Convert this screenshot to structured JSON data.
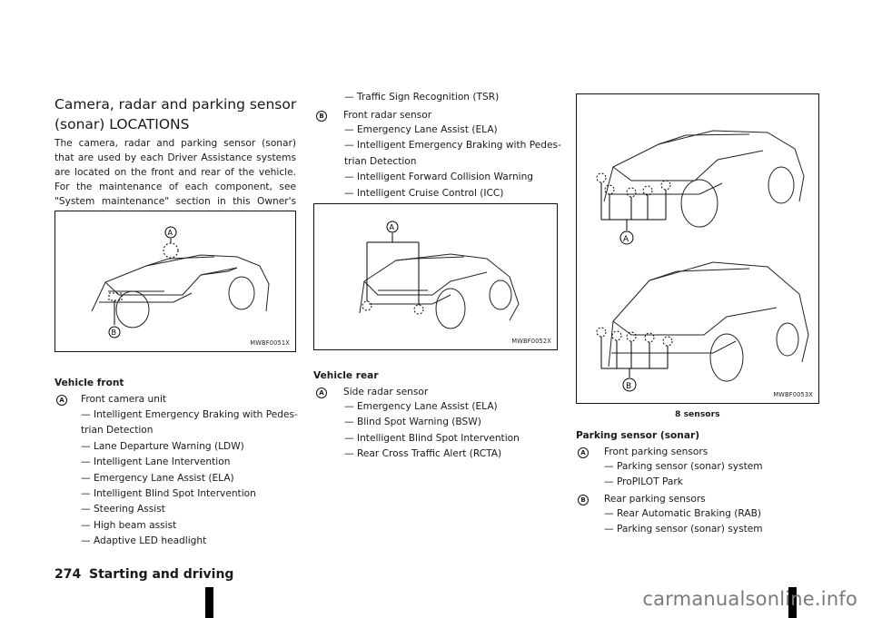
{
  "section": {
    "title": "Camera, radar and parking sensor (sonar) LOCATIONS",
    "intro": "The camera, radar and parking sensor (sonar) that are used by each Driver Assistance systems are located on the front and rear of the vehicle. For the maintenance of each component, see \"System maintenance\" section in this Owner's Manual for each application system."
  },
  "figures": {
    "front": {
      "code": "MWBF0051X",
      "label_a": "A",
      "label_b": "B"
    },
    "rear": {
      "code": "MWBF0052X",
      "label_a": "A"
    },
    "sensors": {
      "code": "MWBF0053X",
      "label_a": "A",
      "label_b": "B",
      "caption": "8 sensors"
    }
  },
  "vehicle_front": {
    "heading": "Vehicle front",
    "a_badge": "A",
    "a_label": "Front camera unit",
    "a_lines": [
      "— Intelligent Emergency Braking with Pedes-",
      "trian Detection",
      "— Lane Departure Warning (LDW)",
      "— Intelligent Lane Intervention",
      "— Emergency Lane Assist (ELA)",
      "— Intelligent Blind Spot Intervention",
      "— Steering Assist",
      "— High beam assist",
      "— Adaptive LED headlight",
      "— Traffic Sign Recognition (TSR)"
    ],
    "b_badge": "B",
    "b_label": "Front radar sensor",
    "b_lines": [
      "— Emergency Lane Assist (ELA)",
      "— Intelligent Emergency Braking with Pedes-",
      "trian Detection",
      "— Intelligent Forward Collision Warning",
      "— Intelligent Cruise Control (ICC)"
    ]
  },
  "vehicle_rear": {
    "heading": "Vehicle rear",
    "a_badge": "A",
    "a_label": "Side radar sensor",
    "a_lines": [
      "— Emergency Lane Assist (ELA)",
      "— Blind Spot Warning (BSW)",
      "— Intelligent Blind Spot Intervention",
      "— Rear Cross Traffic Alert (RCTA)"
    ]
  },
  "parking": {
    "heading": "Parking sensor (sonar)",
    "a_badge": "A",
    "a_label": "Front parking sensors",
    "a_lines": [
      "— Parking sensor (sonar) system",
      "— ProPILOT Park"
    ],
    "b_badge": "B",
    "b_label": "Rear parking sensors",
    "b_lines": [
      "— Rear Automatic Braking (RAB)",
      "— Parking sensor (sonar) system"
    ]
  },
  "footer": {
    "page": "274",
    "title": "Starting and driving"
  },
  "watermark": "carmanualsonline.info"
}
